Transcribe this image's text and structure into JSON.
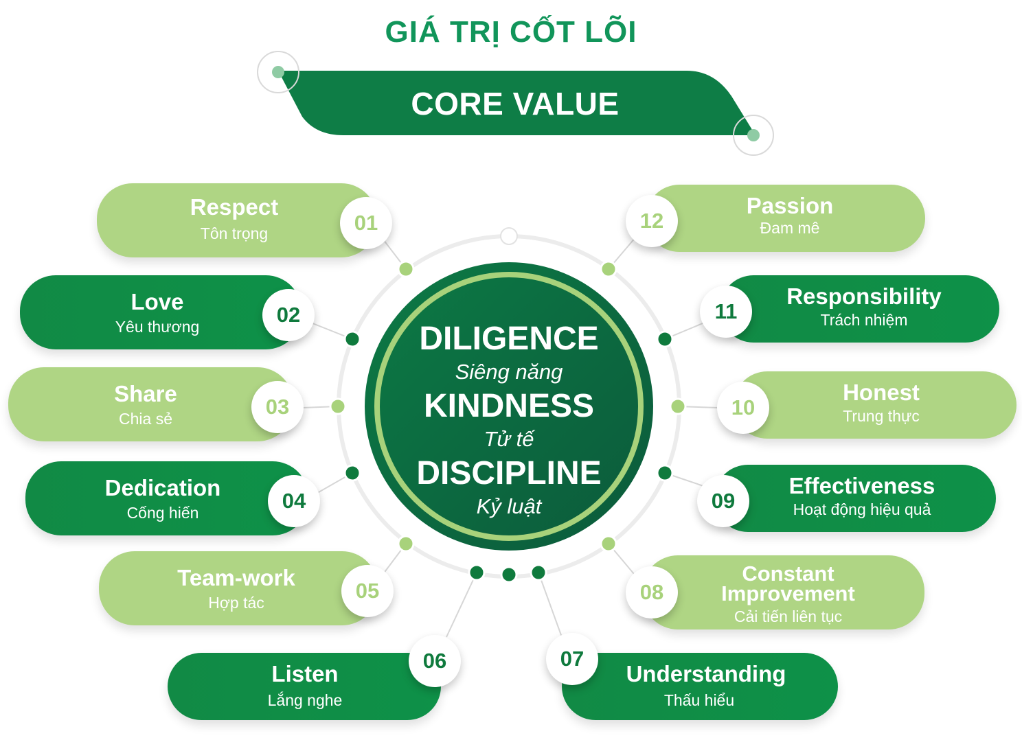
{
  "title": "GIÁ TRỊ CỐT LÕI",
  "banner": "CORE VALUE",
  "colors": {
    "dark_green": "#0f7a3d",
    "light_green": "#afd584",
    "title_green": "#11955a",
    "hub_outer": "#0e5a3f",
    "hub_ring": "#a8d27b"
  },
  "center": [
    {
      "en": "DILIGENCE",
      "vi": "Siêng năng"
    },
    {
      "en": "KINDNESS",
      "vi": "Tử tế"
    },
    {
      "en": "DISCIPLINE",
      "vi": "Kỷ luật"
    }
  ],
  "values": [
    {
      "num": "01",
      "en": "Respect",
      "vi": "Tôn trọng"
    },
    {
      "num": "02",
      "en": "Love",
      "vi": "Yêu thương"
    },
    {
      "num": "03",
      "en": "Share",
      "vi": "Chia sẻ"
    },
    {
      "num": "04",
      "en": "Dedication",
      "vi": "Cống hiến"
    },
    {
      "num": "05",
      "en": "Team-work",
      "vi": "Hợp tác"
    },
    {
      "num": "06",
      "en": "Listen",
      "vi": "Lắng nghe"
    },
    {
      "num": "07",
      "en": "Understanding",
      "vi": "Thấu hiểu"
    },
    {
      "num": "08",
      "en": "Constant Improvement",
      "vi": "Cải tiến liên tục"
    },
    {
      "num": "09",
      "en": "Effectiveness",
      "vi": "Hoạt động hiệu quả"
    },
    {
      "num": "10",
      "en": "Honest",
      "vi": "Trung thực"
    },
    {
      "num": "11",
      "en": "Responsibility",
      "vi": "Trách nhiệm"
    },
    {
      "num": "12",
      "en": "Passion",
      "vi": "Đam mê"
    }
  ]
}
